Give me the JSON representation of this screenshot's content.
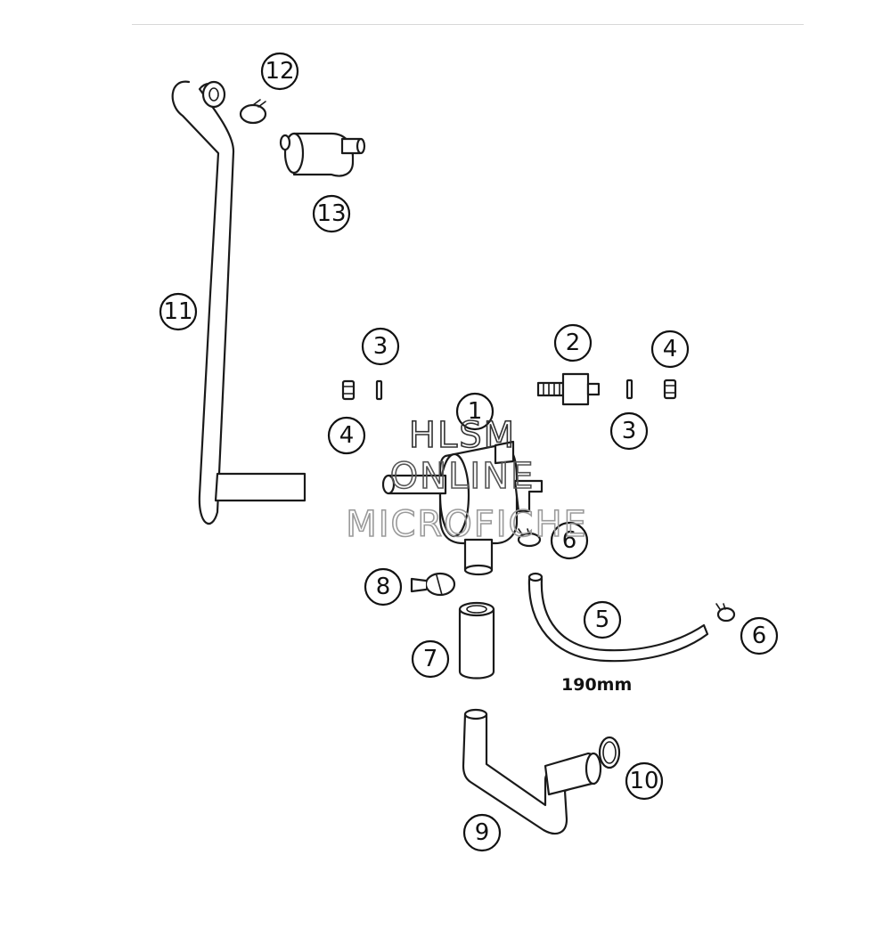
{
  "callouts": {
    "c1": "1",
    "c2": "2",
    "c3a": "3",
    "c3b": "3",
    "c4a": "4",
    "c4b": "4",
    "c5": "5",
    "c6a": "6",
    "c6b": "6",
    "c7": "7",
    "c8": "8",
    "c9": "9",
    "c10": "10",
    "c11": "11",
    "c12": "12",
    "c13": "13"
  },
  "dimension_label": "190mm",
  "watermark": {
    "line1": "HLSM",
    "line2": "ONLINE",
    "line3": "MICROFICHE"
  },
  "colors": {
    "line": "#1a1a1a",
    "background": "#ffffff",
    "watermark_dark": "#333333",
    "watermark_light": "#9a9a9a"
  }
}
